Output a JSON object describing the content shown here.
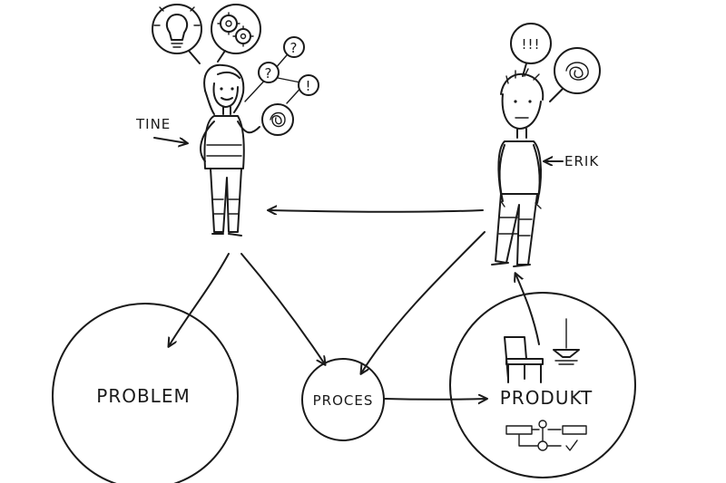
{
  "people": {
    "left_name": "TINE",
    "right_name": "ERIK"
  },
  "circles": {
    "problem": "PROBLEM",
    "proces": "PROCES",
    "produkt": "PRODUKT"
  },
  "thought_bubbles": {
    "erik_exclaim": "!!!",
    "tine_question_1": "?",
    "tine_question_2": "?",
    "tine_exclaim": "!"
  },
  "icons": {
    "tine_bubble_1": "lightbulb-icon",
    "tine_bubble_2": "gears-icon",
    "tine_bubble_3": "scribble-icon",
    "erik_bubble": "scribble-icon",
    "produkt_1": "chair-icon",
    "produkt_2": "lamp-icon",
    "produkt_3": "flowchart-icon"
  }
}
